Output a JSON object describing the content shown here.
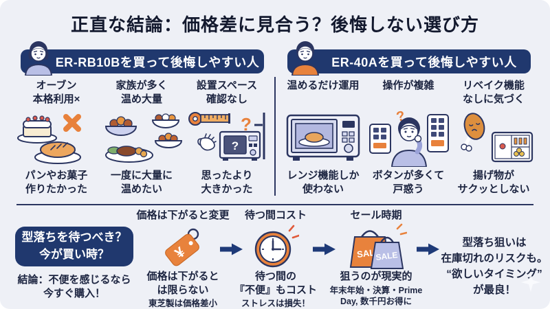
{
  "title": "正直な結論：価格差に見合う？後悔しない選び方",
  "colors": {
    "background": "#eef0f6",
    "navy": "#20386e",
    "orange": "#e8823c",
    "lavender": "#b9bfe6",
    "text": "#1c2440"
  },
  "panels": {
    "left": {
      "header": "ER-RB10Bを買って後悔しやすい人",
      "items": [
        {
          "label": "オーブン\n本格利用×",
          "caption": "パンやお菓子\n作りたかった",
          "icon": "cake-and-bread-x-icon"
        },
        {
          "label": "家族が多く\n温め大量",
          "caption": "一度に大量に\n温めたい",
          "icon": "many-dishes-icon"
        },
        {
          "label": "設置スペース\n確認なし",
          "caption": "思ったより\n大きかった",
          "icon": "measuring-tape-microwave-icon"
        }
      ]
    },
    "right": {
      "header": "ER-40Aを買って後悔しやすい人",
      "items": [
        {
          "label": "温めるだけ運用",
          "caption": "レンジ機能しか\n使わない",
          "icon": "microwave-with-plate-icon"
        },
        {
          "label": "操作が複雑",
          "caption": "ボタンが多くて\n戸惑う",
          "icon": "confused-person-buttons-icon"
        },
        {
          "label": "リベイク機能\nなしに気づく",
          "caption": "揚げ物が\nサクッとしない",
          "icon": "fried-chicken-bento-icon"
        }
      ]
    }
  },
  "bottom": {
    "badge": "型落ちを待つべき？\n今が買い時？",
    "conclusion": "結論：不便を感じるなら\n今すぐ購入！",
    "steps": [
      {
        "header": "価格は下がると変更",
        "caption": "価格は下がると\nは限らない",
        "sub": "東芝製は価格差小",
        "icon": "price-tag-icon"
      },
      {
        "header": "待つ間コスト",
        "caption": "待つ間の\n『不便』もコスト",
        "sub": "ストレスは損失！",
        "icon": "clock-icon"
      },
      {
        "header": "セール時期",
        "caption": "狙うのが現実的",
        "sub": "年末年始・決算・Prime\nDay, 数千円お得に",
        "icon": "sale-bags-icon"
      }
    ],
    "final_note": "型落ち狙いは\n在庫切れのリスクも。\n“欲しいタイミング”\nが最良！"
  },
  "icon_glyphs": {
    "question_mark": "?",
    "yen_mark": "¥",
    "sale_label": "SALE"
  }
}
